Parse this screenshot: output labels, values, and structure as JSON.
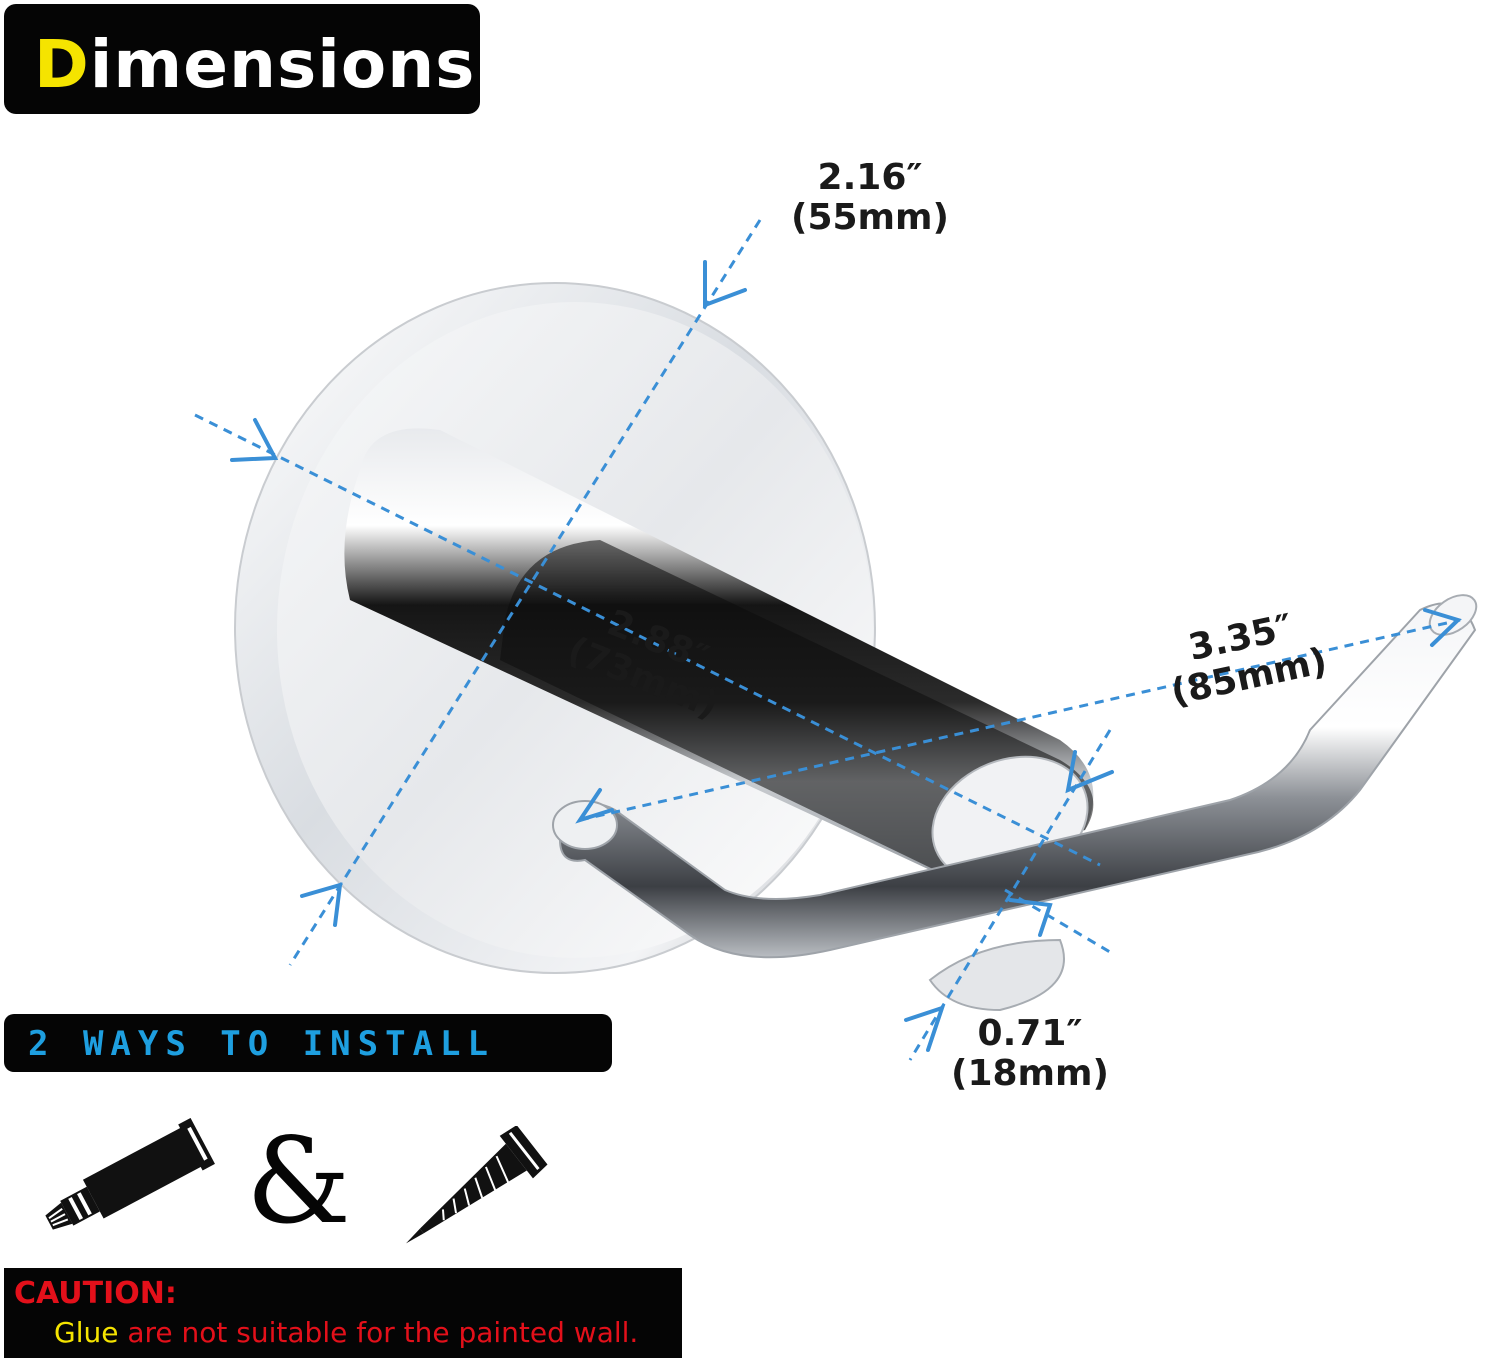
{
  "title": {
    "first_letter": "D",
    "rest": "imensions"
  },
  "dimensions": [
    {
      "inch": "2.16″",
      "mm": "(55mm)"
    },
    {
      "inch": "2.88″",
      "mm": "(73mm)"
    },
    {
      "inch": "3.35″",
      "mm": "(85mm)"
    },
    {
      "inch": "0.71″",
      "mm": "(18mm)"
    }
  ],
  "install": {
    "label": "2 WAYS TO INSTALL",
    "separator": "&"
  },
  "icons": [
    "glue-tube-icon",
    "screw-icon"
  ],
  "caution": {
    "title": "CAUTION:",
    "highlight": "Glue",
    "body": " are not suitable for the painted wall."
  },
  "colors": {
    "accent_blue": "#3a8fd6",
    "title_yellow": "#f5e400",
    "caution_red": "#e3101a"
  }
}
